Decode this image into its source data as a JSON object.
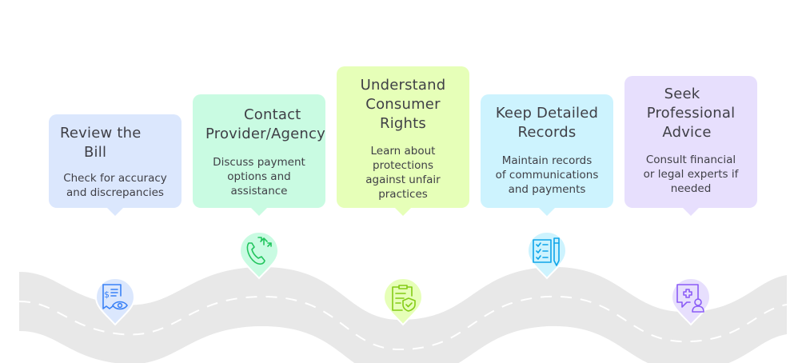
{
  "colors": {
    "road": "#e8e8e8",
    "road_line": "#ffffff",
    "text": "#3f3f46"
  },
  "steps": [
    {
      "title_lines": [
        "Review the",
        "Bill"
      ],
      "desc_lines": [
        "Check for accuracy",
        "and discrepancies"
      ],
      "icon": "receipt-eye-icon",
      "card_bg": "#dbe7fd",
      "pin_bg": "#dbe7fd",
      "icon_color": "#3b82f6"
    },
    {
      "title_lines": [
        "Contact",
        "Provider/Agency"
      ],
      "desc_lines": [
        "Discuss payment",
        "options and",
        "assistance"
      ],
      "icon": "phone-arrows-icon",
      "card_bg": "#c9fbe2",
      "pin_bg": "#c9fbe2",
      "icon_color": "#22c55e"
    },
    {
      "title_lines": [
        "Understand",
        "Consumer",
        "Rights"
      ],
      "desc_lines": [
        "Learn about",
        "protections",
        "against unfair",
        "practices"
      ],
      "icon": "clipboard-shield-icon",
      "card_bg": "#e6ffb8",
      "pin_bg": "#e6ffb8",
      "icon_color": "#84cc16"
    },
    {
      "title_lines": [
        "Keep Detailed",
        "Records"
      ],
      "desc_lines": [
        "Maintain records",
        "of communications",
        "and payments"
      ],
      "icon": "checklist-pen-icon",
      "card_bg": "#cdf3fe",
      "pin_bg": "#cdf3fe",
      "icon_color": "#0ea5e9"
    },
    {
      "title_lines": [
        "Seek",
        "Professional",
        "Advice"
      ],
      "desc_lines": [
        "Consult financial",
        "or legal experts if",
        "needed"
      ],
      "icon": "medical-consult-icon",
      "card_bg": "#e7dffd",
      "pin_bg": "#e7dffd",
      "icon_color": "#8b5cf6"
    }
  ]
}
